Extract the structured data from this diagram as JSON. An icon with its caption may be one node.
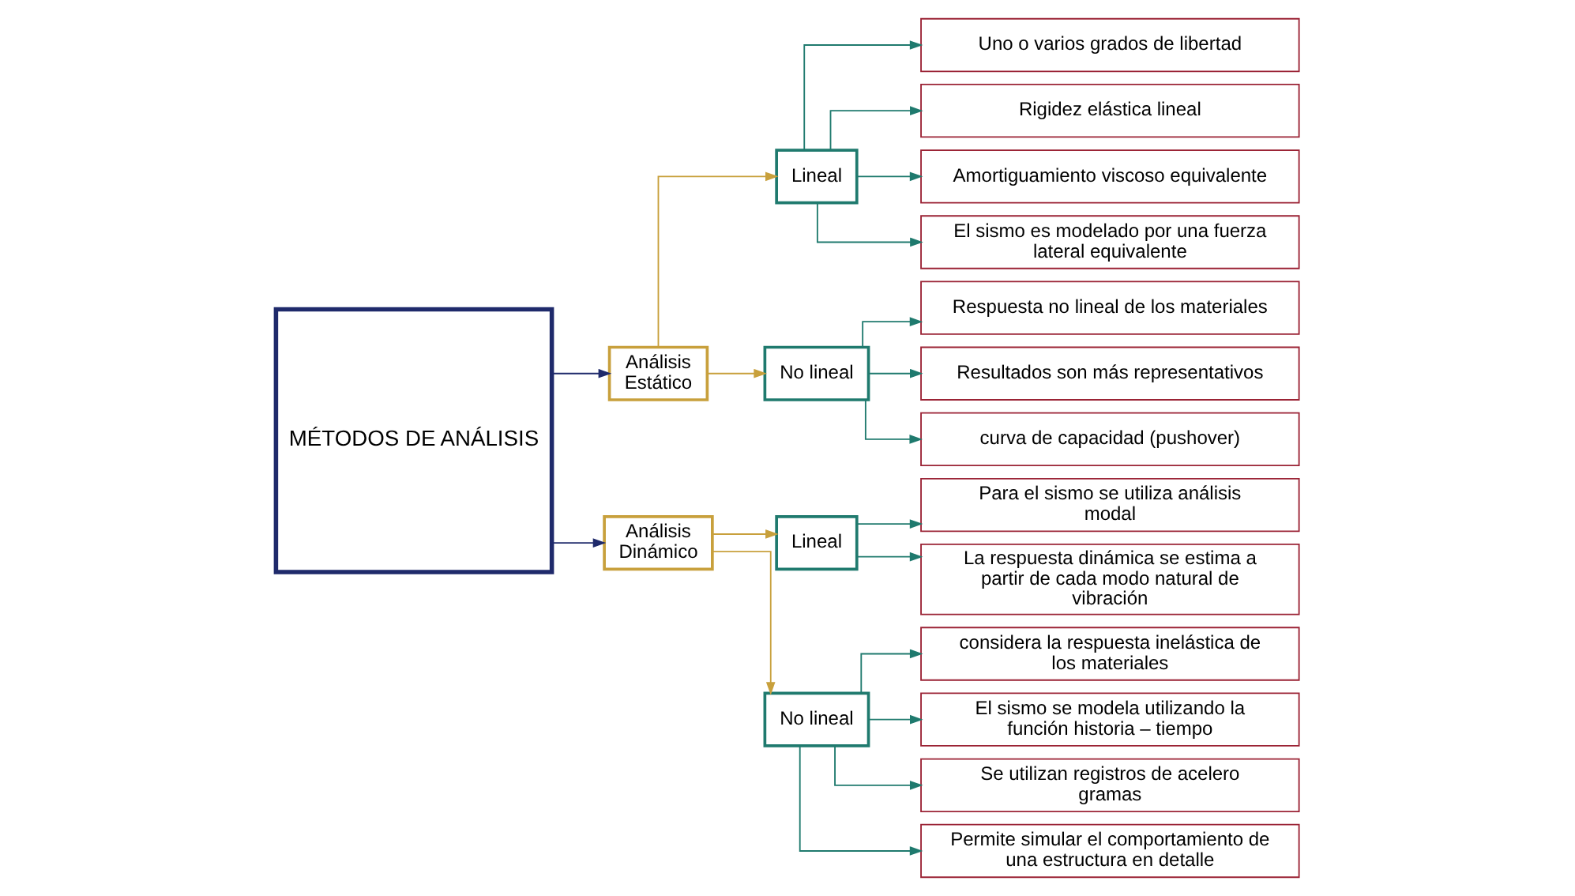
{
  "diagram": {
    "nodes": [
      {
        "text": [
          "MÉTODOS DE ANÁLISIS"
        ]
      },
      {
        "text": [
          "Análisis Estático"
        ]
      },
      {
        "text": [
          "Análisis Dinámico"
        ]
      },
      {
        "text": [
          "Lineal"
        ]
      },
      {
        "text": [
          "No lineal"
        ]
      },
      {
        "text": [
          "Uno o varios grados de libertad"
        ]
      },
      {
        "text": [
          "Rigidez elástica lineal"
        ]
      },
      {
        "text": [
          "Amortiguamiento viscoso equivalente"
        ]
      },
      {
        "text": [
          "El sismo es modelado por una fuerza lateral equivalente"
        ]
      },
      {
        "text": [
          "Respuesta no lineal de los materiales"
        ]
      },
      {
        "text": [
          "Resultados son más representativos"
        ]
      },
      {
        "text": [
          "curva de capacidad (pushover)"
        ]
      },
      {
        "text": [
          "Lineal"
        ]
      },
      {
        "text": [
          "No lineal"
        ]
      },
      {
        "text": [
          "Para el sismo se utiliza análisis modal"
        ]
      },
      {
        "text": [
          "La respuesta dinámica se estima a partir de cada modo natural de vibración"
        ]
      },
      {
        "text": [
          "considera la respuesta inelástica de los materiales"
        ]
      },
      {
        "text": [
          "El sismo se modela utilizando la función historia – tiempo"
        ]
      },
      {
        "text": [
          "Se utilizan registros de acelero gramas"
        ]
      },
      {
        "text": [
          "Permite simular el comportamiento de una estructura en detalle"
        ]
      }
    ],
    "edges": [
      {
        "from": 0,
        "to": 1,
        "arrow": "to",
        "color": "#1f2a6b"
      },
      {
        "from": 0,
        "to": 2,
        "arrow": "to",
        "color": "#1f2a6b"
      },
      {
        "from": 1,
        "to": 3,
        "arrow": "to",
        "color": "#c8a03c"
      },
      {
        "from": 1,
        "to": 4,
        "arrow": "to",
        "color": "#c8a03c"
      },
      {
        "from": 3,
        "to": 5,
        "arrow": "to"
      },
      {
        "from": 3,
        "to": 6,
        "arrow": "to"
      },
      {
        "from": 3,
        "to": 7,
        "arrow": "to"
      },
      {
        "from": 3,
        "to": 8,
        "arrow": "to"
      },
      {
        "from": 4,
        "to": 9,
        "arrow": "to"
      },
      {
        "from": 4,
        "to": 10,
        "arrow": "to"
      },
      {
        "from": 4,
        "to": 11,
        "arrow": "to"
      },
      {
        "from": 2,
        "to": 12,
        "arrow": "to",
        "color": "#c8a03c"
      },
      {
        "from": 2,
        "to": 13,
        "arrow": "to",
        "color": "#c8a03c"
      },
      {
        "from": 12,
        "to": 14,
        "arrow": "to"
      },
      {
        "from": 12,
        "to": 15,
        "arrow": "to"
      },
      {
        "from": 13,
        "to": 16,
        "arrow": "to"
      },
      {
        "from": 13,
        "to": 17,
        "arrow": "to"
      },
      {
        "from": 13,
        "to": 18,
        "arrow": "to"
      },
      {
        "from": 13,
        "to": 19,
        "arrow": "to"
      }
    ]
  }
}
